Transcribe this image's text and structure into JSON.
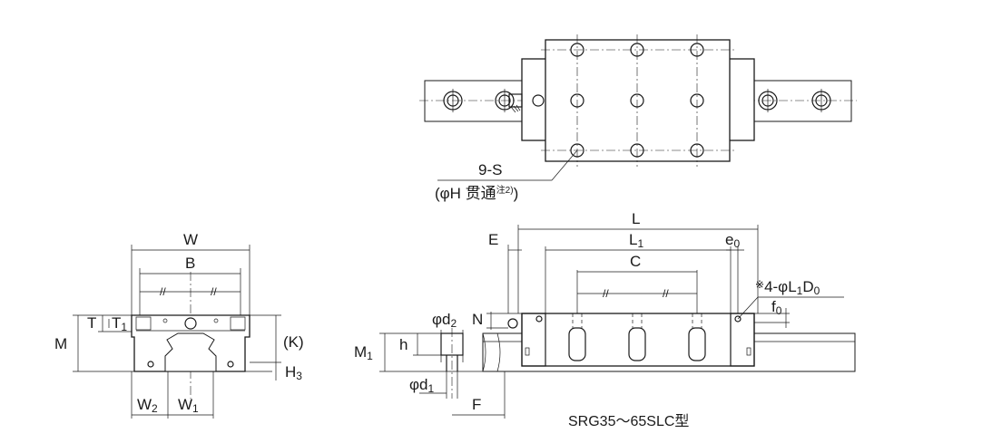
{
  "top_view": {
    "hole_label": "9-S",
    "hole_note": "(φH 贯通",
    "hole_note_sup": "注2)",
    "hole_note_close": ")"
  },
  "section_view": {
    "W": "W",
    "B": "B",
    "T": "T",
    "T1": "T",
    "T1_sub": "1",
    "M": "M",
    "K": "(K)",
    "H3": "H",
    "H3_sub": "3",
    "W2": "W",
    "W2_sub": "2",
    "W1": "W",
    "W1_sub": "1",
    "tick_marks": "//"
  },
  "side_view": {
    "L": "L",
    "L1": "L",
    "L1_sub": "1",
    "E": "E",
    "e0": "e",
    "e0_sub": "0",
    "C": "C",
    "grease_note_mark": "※",
    "grease_note": "4-φL",
    "grease_note_sub1": "1",
    "grease_note_D": "D",
    "grease_note_sub2": "0",
    "f0": "f",
    "f0_sub": "0",
    "N": "N",
    "d2": "φd",
    "d2_sub": "2",
    "h": "h",
    "M1": "M",
    "M1_sub": "1",
    "d1": "φd",
    "d1_sub": "1",
    "F": "F"
  },
  "caption": "SRG35～65SLC型"
}
